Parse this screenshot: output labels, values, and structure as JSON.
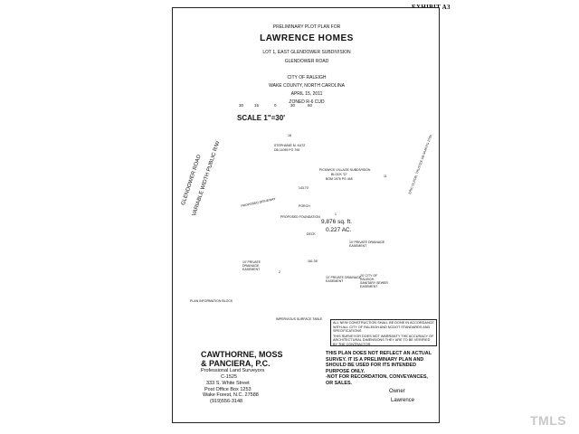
{
  "exhibit_label": "EXHIBIT A3",
  "header": {
    "doc_type": "PRELIMINARY PLOT PLAN FOR",
    "client": "LAWRENCE HOMES",
    "lot": "LOT 1, EAST GLENDOWER SUBDIVISION",
    "road": "GLENDOWER ROAD",
    "city": "CITY OF RALEIGH",
    "county": "WAKE COUNTY, NORTH CAROLINA",
    "date": "APRIL 15, 2011",
    "zoned": "ZONED R-6 CUD"
  },
  "scale_bar": {
    "ticks": [
      "30",
      "15",
      "0",
      "30",
      "60"
    ],
    "label": "SCALE 1\"=30'"
  },
  "plot": {
    "lot_number_top": "18",
    "lot_number_right": "11",
    "lot_number_bottom": "2",
    "lot_number_main": "1",
    "neighbor_owner": "STEPHANIE M. KATZ",
    "neighbor_deed": "DB 11095 PG 795",
    "subdivision": "PICKWICK VILLAGE SUBDIVISION",
    "block": "BLOCK \"D\"",
    "book": "BOM 1976 PG 448",
    "area_sqft": "9,876 sq. ft.",
    "area_ac": "0.227 AC.",
    "road_name_1": "GLENDOWER ROAD",
    "road_name_2": "VARIABLE WIDTH PUBLIC R/W",
    "bearing_top": "143.70'",
    "bearing_bottom": "161.05'",
    "label_driveway": "PROPOSED DRIVEWAY",
    "label_foundation": "PROPOSED FOUNDATION",
    "label_porch": "PORCH",
    "label_deck": "DECK",
    "easement_right": "10' PRIVATE DRAINAGE EASEMENT",
    "easement_left": "10' PRIVATE DRAINAGE EASEMENT",
    "easement_bottom": "10' PRIVATE DRAINAGE EASEMENT",
    "sewer_easement": "20' CITY OF RALEIGH SANITARY SEWER EASEMENT",
    "right_owner": "ERIC OLSON, TRUSTEE DB 9448 PG 2726"
  },
  "notes": {
    "construction": "ALL NEW CONSTRUCTION SHALL BE DONE IN ACCORDANCE WITH ALL CITY OF RALEIGH AND NCDOT STANDARDS AND SPECIFICATIONS",
    "warranty": "THIS SURVEYOR DOES NOT WARRANTY THE ACCURACY OF ARCHITECTURAL DIMENSIONS THEY ARE TO BE VERIFIED BY THE CONTRACTOR."
  },
  "tables": {
    "plan_info_title": "PLAN INFORMATION BLOCK",
    "impervious_title": "IMPERVIOUS SURFACE TABLE"
  },
  "surveyor": {
    "firm_line1": "CAWTHORNE, MOSS",
    "firm_line2": "& PANCIERA, P.C.",
    "profession": "Professional Land Surveyors",
    "license": "C-1525",
    "street": "333 S. White Street",
    "po_box": "Post Office Box 1253",
    "city_zip": "Wake Forest, N.C. 27588",
    "phone": "(919)556-3148"
  },
  "disclaimer": {
    "line1": "THIS PLAN DOES NOT REFLECT AN ACTUAL SURVEY. IT IS A PRELIMINARY PLAN AND SHOULD BE USED FOR ITS INTENDED PURPOSE ONLY.",
    "line2": "-NOT FOR RECORDATION, CONVEYANCES, OR SALES."
  },
  "owner": {
    "label": "Owner",
    "name": "Lawrence"
  },
  "watermark": "TMLS",
  "colors": {
    "ink": "#111111",
    "paper": "#ffffff",
    "watermark": "#c8c8c8"
  }
}
